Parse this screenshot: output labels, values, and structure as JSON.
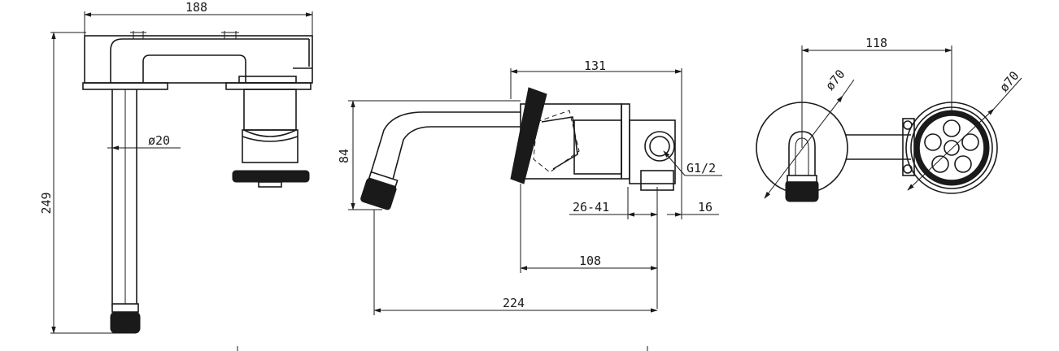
{
  "dimensions": {
    "front_width": "188",
    "front_height": "249",
    "spout_diameter": "ø20",
    "side_body_length": "131",
    "side_height": "84",
    "thread": "G1/2",
    "wall_range": "26-41",
    "plate_depth": "16",
    "side_mid_length": "108",
    "side_total_length": "224",
    "rear_centers": "118",
    "rosette_left_diameter": "ø70",
    "rosette_right_diameter": "ø70"
  },
  "colors": {
    "line": "#1a1a1a",
    "background": "#ffffff"
  }
}
